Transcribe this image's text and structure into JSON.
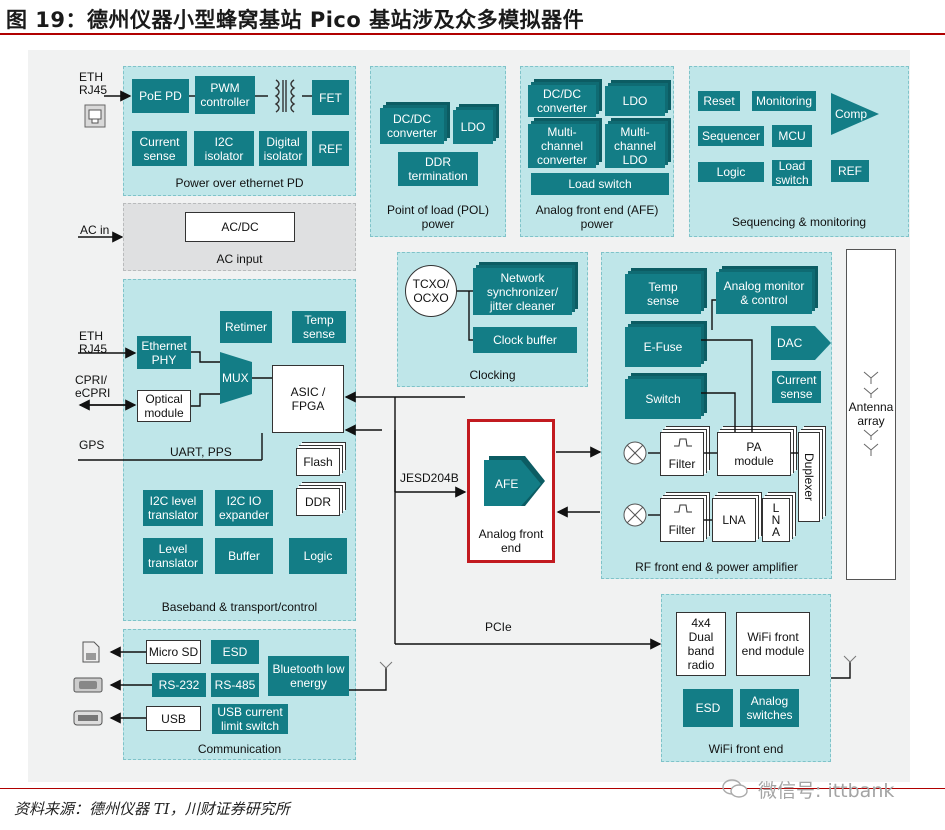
{
  "title": "图 19：德州仪器小型蜂窝基站 Pico 基站涉及众多模拟器件",
  "source": "资料来源：德州仪器 TI，川财证券研究所",
  "watermark": "微信号: ittbank",
  "colors": {
    "block": "#137d86",
    "panel": "#bfe6e9",
    "grey_panel": "#dfe0e1",
    "highlight": "#c21b20",
    "rule": "#b00000"
  },
  "poe": {
    "label": "Power over ethernet PD",
    "eth": "ETH\nRJ45",
    "blocks": {
      "poe_pd": "PoE PD",
      "pwm": "PWM\ncontroller",
      "fet": "FET",
      "current_sense": "Current\nsense",
      "i2c_isolator": "I2C\nisolator",
      "digital_isolator": "Digital\nisolator",
      "ref": "REF"
    }
  },
  "acdc": {
    "label": "AC input",
    "block": "AC/DC",
    "ac_in": "AC in"
  },
  "pol": {
    "label": "Point of load (POL)\npower",
    "dcdc": "DC/DC\nconverter",
    "ldo": "LDO",
    "ddr_term": "DDR\ntermination"
  },
  "afe_power": {
    "label": "Analog front end (AFE)\npower",
    "dcdc": "DC/DC\nconverter",
    "ldo": "LDO",
    "multi_conv": "Multi-\nchannel\nconverter",
    "multi_ldo": "Multi-\nchannel\nLDO",
    "load_switch": "Load switch"
  },
  "seq": {
    "label": "Sequencing & monitoring",
    "reset": "Reset",
    "monitoring": "Monitoring",
    "comp": "Comp",
    "sequencer": "Sequencer",
    "mcu": "MCU",
    "logic": "Logic",
    "load_switch": "Load\nswitch",
    "ref": "REF"
  },
  "clocking": {
    "label": "Clocking",
    "tcxo": "TCXO/\nOCXO",
    "net_sync": "Network\nsynchronizer/\njitter cleaner",
    "clock_buffer": "Clock buffer"
  },
  "baseband": {
    "label": "Baseband & transport/control",
    "eth": "ETH\nRJ45",
    "cpri": "CPRI/\neCPRI",
    "gps": "GPS",
    "ethernet_phy": "Ethernet\nPHY",
    "optical": "Optical\nmodule",
    "mux": "MUX",
    "asic": "ASIC /\nFPGA",
    "retimer": "Retimer",
    "temp_sense": "Temp\nsense",
    "uart": "UART, PPS",
    "flash": "Flash",
    "ddr": "DDR",
    "i2c_level": "I2C level\ntranslator",
    "i2c_io": "I2C IO\nexpander",
    "level": "Level\ntranslator",
    "buffer": "Buffer",
    "logic": "Logic"
  },
  "links": {
    "jesd": "JESD204B",
    "pcie": "PCIe"
  },
  "afe": {
    "block": "AFE",
    "label": "Analog front\nend"
  },
  "rf": {
    "label": "RF front end & power amplifier",
    "temp_sense": "Temp\nsense",
    "analog_monitor": "Analog monitor\n& control",
    "efuse": "E-Fuse",
    "dac": "DAC",
    "switch": "Switch",
    "current_sense": "Current\nsense",
    "filter1": "Filter",
    "filter2": "Filter",
    "pa": "PA\nmodule",
    "lna": "LNA",
    "lna_v": "L\nN\nA",
    "duplexer": "Duplexer"
  },
  "antenna": {
    "label": "Antenna\narray"
  },
  "comm": {
    "label": "Communication",
    "micro_sd": "Micro SD",
    "esd": "ESD",
    "ble": "Bluetooth low\nenergy",
    "rs232": "RS-232",
    "rs485": "RS-485",
    "usb": "USB",
    "usb_switch": "USB current\nlimit switch"
  },
  "wifi": {
    "label": "WiFi front end",
    "radio": "4x4\nDual\nband\nradio",
    "fem": "WiFi front\nend module",
    "esd": "ESD",
    "analog_switches": "Analog\nswitches"
  }
}
